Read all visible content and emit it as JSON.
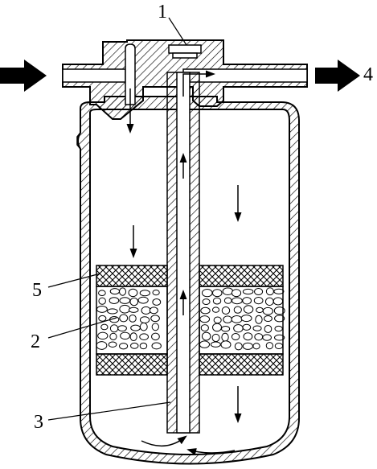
{
  "labels": {
    "outlet_valve": "1",
    "desiccant": "2",
    "pickup_tube": "3",
    "outlet": "4",
    "filter_screen": "5"
  },
  "colors": {
    "stroke": "#000000",
    "fill": "#ffffff"
  },
  "icons": {
    "inlet_arrow": "arrow-right-icon",
    "outlet_arrow": "arrow-right-icon",
    "flow_arrows": "arrow-icon"
  }
}
